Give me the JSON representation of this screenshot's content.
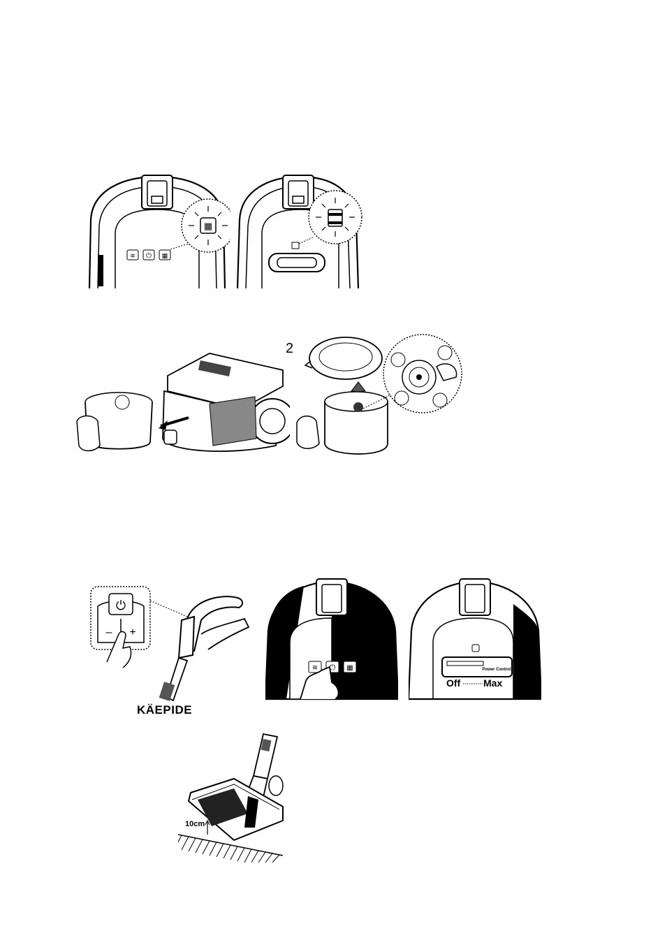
{
  "labels": {
    "step_number": "2",
    "handle_caption": "KÄEPIDE",
    "power_control": "Power Control",
    "off": "Off",
    "max": "Max",
    "height": "10cm",
    "minus": "–",
    "plus": "+"
  },
  "icons": {
    "indicator_left": "filter-indicator-icon",
    "indicator_right": "dust-bin-indicator-icon",
    "wifi": "wifi-icon",
    "power": "power-icon",
    "filter": "filter-icon"
  }
}
